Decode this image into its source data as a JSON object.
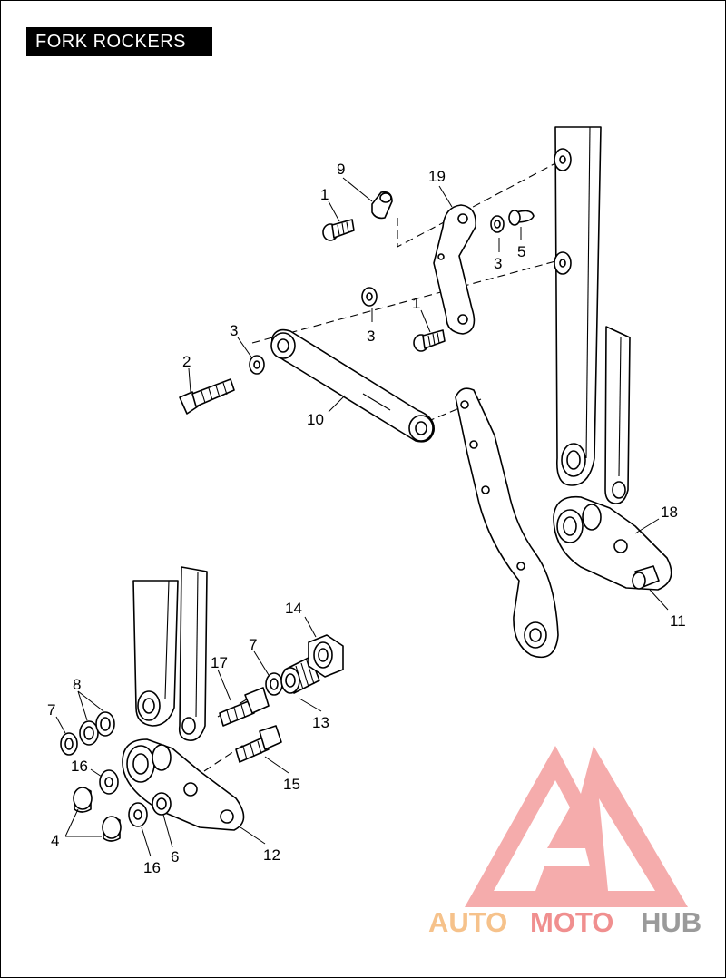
{
  "title": "FORK ROCKERS",
  "callouts": [
    {
      "id": "c1a",
      "text": "1"
    },
    {
      "id": "c1b",
      "text": "1"
    },
    {
      "id": "c2",
      "text": "2"
    },
    {
      "id": "c3a",
      "text": "3"
    },
    {
      "id": "c3b",
      "text": "3"
    },
    {
      "id": "c3c",
      "text": "3"
    },
    {
      "id": "c4",
      "text": "4"
    },
    {
      "id": "c5",
      "text": "5"
    },
    {
      "id": "c6",
      "text": "6"
    },
    {
      "id": "c7a",
      "text": "7"
    },
    {
      "id": "c7b",
      "text": "7"
    },
    {
      "id": "c8",
      "text": "8"
    },
    {
      "id": "c9",
      "text": "9"
    },
    {
      "id": "c10",
      "text": "10"
    },
    {
      "id": "c11",
      "text": "11"
    },
    {
      "id": "c12",
      "text": "12"
    },
    {
      "id": "c13",
      "text": "13"
    },
    {
      "id": "c14",
      "text": "14"
    },
    {
      "id": "c15",
      "text": "15"
    },
    {
      "id": "c16a",
      "text": "16"
    },
    {
      "id": "c16b",
      "text": "16"
    },
    {
      "id": "c17",
      "text": "17"
    },
    {
      "id": "c18",
      "text": "18"
    },
    {
      "id": "c19",
      "text": "19"
    }
  ],
  "watermark": {
    "part1": "AUTO",
    "part2": "MOTO",
    "part3": "HUB",
    "color_part1": "#f6c28b",
    "color_part2": "#f08f8f",
    "color_part3": "#9a9a9a",
    "logo_color": "#f4a3a3"
  }
}
